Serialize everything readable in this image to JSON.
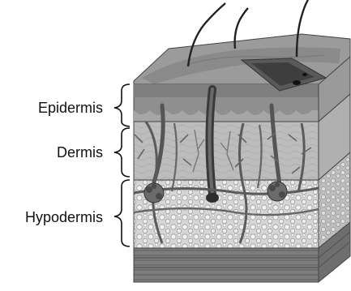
{
  "labels": {
    "epidermis": "Epidermis",
    "dermis": "Dermis",
    "hypodermis": "Hypodermis"
  },
  "colors": {
    "ink": "#111111",
    "skin_surface": "#8a8a8a",
    "epidermis_layer": "#8f8f8f",
    "dermis_layer": "#b8b8b8",
    "hypodermis_layer": "#d4d4d4",
    "muscle_layer": "#7a7a7a",
    "vessel": "#5a5a5a",
    "hair": "#222222"
  }
}
